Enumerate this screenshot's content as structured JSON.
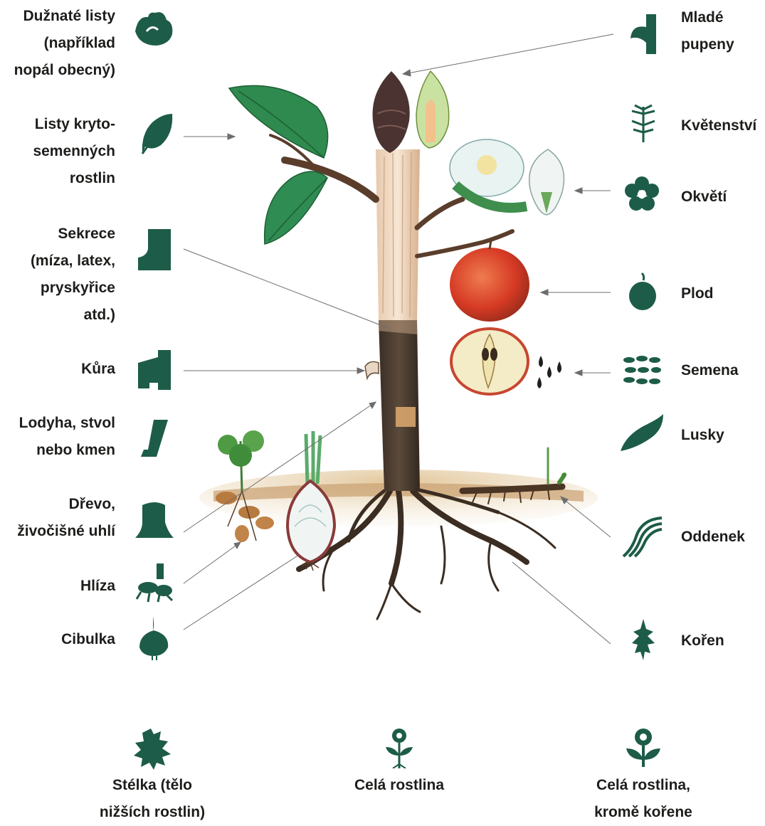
{
  "colors": {
    "icon": "#1d5c48",
    "text": "#1d1d1b",
    "leader": "#6d6d6d",
    "leaf": "#2f8c52",
    "bark": "#4a3a2c",
    "apple": "#d9412b",
    "soil": "#d8b98a"
  },
  "labels": {
    "left": [
      {
        "icon": "succulent-leaf-icon",
        "lines": [
          "Dužnaté listy",
          "(například",
          "nopál obecný)"
        ]
      },
      {
        "icon": "leaf-icon",
        "lines": [
          "Listy kryto-",
          "semenných",
          "rostlin"
        ]
      },
      {
        "icon": "sap-icon",
        "lines": [
          "Sekrece",
          "(míza, latex,",
          "pryskyřice",
          "atd.)"
        ]
      },
      {
        "icon": "bark-icon",
        "lines": [
          "Kůra"
        ]
      },
      {
        "icon": "stem-icon",
        "lines": [
          "Lodyha, stvol",
          "nebo kmen"
        ]
      },
      {
        "icon": "wood-stump-icon",
        "lines": [
          "Dřevo,",
          "živočišné uhlí"
        ]
      },
      {
        "icon": "tuber-icon",
        "lines": [
          "Hlíza"
        ]
      },
      {
        "icon": "bulb-icon",
        "lines": [
          "Cibulka"
        ]
      }
    ],
    "right": [
      {
        "icon": "bud-icon",
        "lines": [
          "Mladé",
          "pupeny"
        ]
      },
      {
        "icon": "inflorescence-icon",
        "lines": [
          "Květenství"
        ]
      },
      {
        "icon": "flower-icon",
        "lines": [
          "Okvětí"
        ]
      },
      {
        "icon": "fruit-icon",
        "lines": [
          "Plod"
        ]
      },
      {
        "icon": "seeds-icon",
        "lines": [
          "Semena"
        ]
      },
      {
        "icon": "pod-icon",
        "lines": [
          "Lusky"
        ]
      },
      {
        "icon": "rhizome-icon",
        "lines": [
          "Oddenek"
        ]
      },
      {
        "icon": "root-icon",
        "lines": [
          "Kořen"
        ]
      }
    ],
    "bottom": [
      {
        "icon": "thallus-icon",
        "lines": [
          "Stélka (tělo",
          "nižších rostlin)"
        ]
      },
      {
        "icon": "whole-plant-icon",
        "lines": [
          "Celá rostlina"
        ]
      },
      {
        "icon": "plant-without-root-icon",
        "lines": [
          "Celá rostlina,",
          "kromě kořene"
        ]
      }
    ]
  }
}
